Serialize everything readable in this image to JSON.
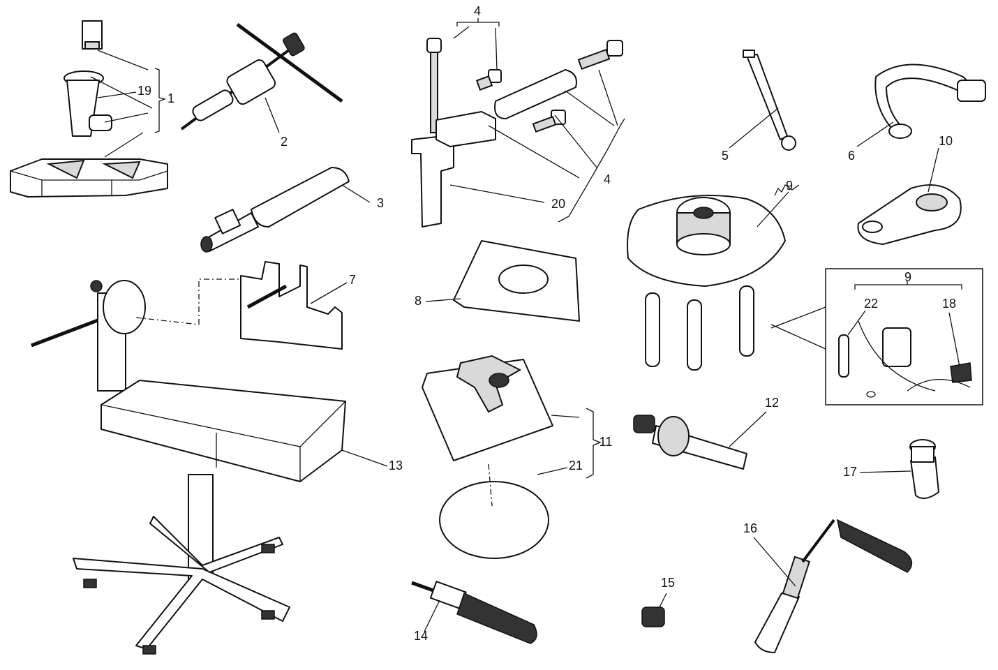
{
  "diagram": {
    "callouts": {
      "c1": "1",
      "c19": "19",
      "c2": "2",
      "c3": "3",
      "c4a": "4",
      "c4b": "4",
      "c20": "20",
      "c5": "5",
      "c6": "6",
      "c10": "10",
      "c9a": "9",
      "c9b": "9",
      "c22": "22",
      "c18": "18",
      "c7": "7",
      "c8": "8",
      "c11": "11",
      "c21": "21",
      "c12": "12",
      "c17": "17",
      "c13": "13",
      "c16": "16",
      "c14": "14",
      "c15": "15"
    }
  }
}
